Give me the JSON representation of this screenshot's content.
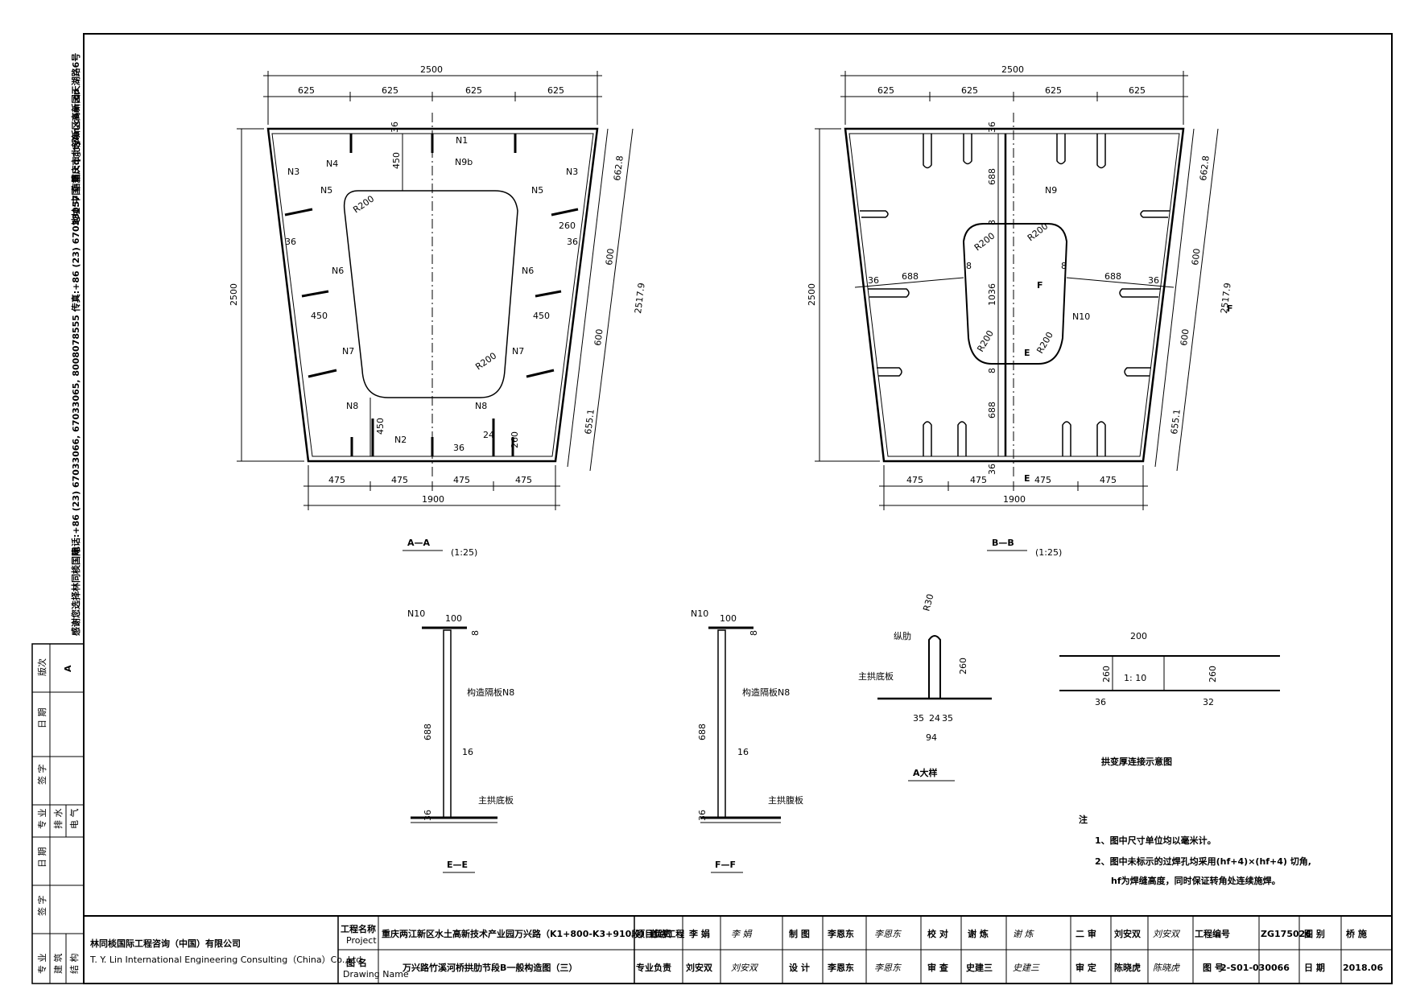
{
  "side_note": {
    "line1": "感谢您选择林同棪国际",
    "line2": "电话:+86 (23) 67033066, 67033065, 8008078555 传真:+86 (23) 67033057 信箱:cq@tylin.com.cn",
    "line3": "地址:中国·重庆市北部新区高新园天湖路6号"
  },
  "revision_block": {
    "banci_label": "版次",
    "banci_value": "A",
    "date_label": "日 期",
    "sign_label": "签 字",
    "zhuanye_label": "专 业",
    "jishui": "排 水",
    "dianqi": "电 气",
    "date2": "日 期",
    "sign2": "签 字",
    "zhuanye2": "专 业",
    "jianzhu": "建 筑",
    "jiegou": "结 构"
  },
  "section_aa": {
    "top_total": "2500",
    "top_parts": [
      "625",
      "625",
      "625",
      "625"
    ],
    "bottom_total": "1900",
    "bottom_parts": [
      "475",
      "475",
      "475",
      "475"
    ],
    "height": "2500",
    "slant_total": "2517.9",
    "slant_parts": [
      "662.8",
      "600",
      "600",
      "655.1"
    ],
    "labels": {
      "n1": "N1",
      "n2": "N2",
      "n3a": "N3",
      "n3b": "N3",
      "n4": "N4",
      "n5a": "N5",
      "n5b": "N5",
      "n6a": "N6",
      "n6b": "N6",
      "n7a": "N7",
      "n7b": "N7",
      "n8a": "N8",
      "n8b": "N8",
      "n9b": "N9b"
    },
    "dims": {
      "d36top": "36",
      "d450top": "450",
      "r200a": "R200",
      "r200b": "R200",
      "d36l": "36",
      "d36r": "36",
      "d260": "260",
      "d450l": "450",
      "d450r": "450",
      "d450b": "450",
      "d36b": "36",
      "d24": "24",
      "d260b": "260"
    },
    "title": "A—A",
    "scale": "(1:25)"
  },
  "section_bb": {
    "top_total": "2500",
    "top_parts": [
      "625",
      "625",
      "625",
      "625"
    ],
    "bottom_total": "1900",
    "bottom_parts": [
      "475",
      "475",
      "475",
      "475"
    ],
    "height": "2500",
    "slant_total": "2517.9",
    "slant_parts": [
      "662.8",
      "600",
      "600",
      "655.1"
    ],
    "labels": {
      "n9": "N9",
      "n10": "N10",
      "f1": "F",
      "f2": "F",
      "e1": "E",
      "e2": "E"
    },
    "dims": {
      "d36top": "36",
      "d688top": "688",
      "d8a": "8",
      "r200a": "R200",
      "r200b": "R200",
      "r200c": "R200",
      "r200d": "R200",
      "d8b": "8",
      "d8c": "8",
      "d1036": "1036",
      "d8d": "8",
      "d688b": "688",
      "d36b": "36",
      "d36l": "36",
      "d688l": "688",
      "d688r": "688",
      "d36r": "36"
    },
    "title": "B—B",
    "scale": "(1:25)"
  },
  "section_ee": {
    "n10": "N10",
    "d100": "100",
    "d8": "8",
    "label1": "构造隔板N8",
    "d688": "688",
    "d16": "16",
    "label2": "主拱底板",
    "d36": "36",
    "title": "E—E"
  },
  "section_ff": {
    "n10": "N10",
    "d100": "100",
    "d8": "8",
    "label1": "构造隔板N8",
    "d688": "688",
    "d16": "16",
    "label2": "主拱腹板",
    "d36": "36",
    "title": "F—F"
  },
  "detail_a": {
    "r30": "R30",
    "rib": "纵肋",
    "base": "主拱底板",
    "d260": "260",
    "d35a": "35",
    "d24": "24",
    "d35b": "35",
    "d94": "94",
    "title": "A大样"
  },
  "thickness_detail": {
    "d200": "200",
    "d260a": "260",
    "ratio": "1: 10",
    "d260b": "260",
    "d36": "36",
    "d32": "32",
    "title": "拱变厚连接示意图"
  },
  "notes": {
    "heading": "注",
    "items": [
      "1、图中尺寸单位均以毫米计。",
      "2、图中未标示的过焊孔均采用(hf+4)×(hf+4) 切角,",
      "hf为焊缝高度，同时保证转角处连续施焊。"
    ]
  },
  "title_block": {
    "company_cn": "林同棪国际工程咨询（中国）有限公司",
    "company_en": "T. Y. Lin International Engineering Consulting（China）Co.,Ltd",
    "project_label": "工程名称",
    "project_label_en": "Project",
    "project_name": "重庆两江新区水土高新技术产业园万兴路（K1+800-K3+910段）道路工程",
    "drawing_label": "图 名",
    "drawing_label_en": "Drawing Name",
    "drawing_name": "万兴路竹溪河桥拱肋节段B一般构造图（三）",
    "proj_lead_label": "项目负责",
    "proj_lead": "李 娟",
    "spec_lead_label": "专业负责",
    "spec_lead": "刘安双",
    "drawn_label": "制 图",
    "drawn": "李恩东",
    "design_label": "设 计",
    "design": "李恩东",
    "check_label": "校 对",
    "check": "谢 炼",
    "review_label": "审 查",
    "review": "史建三",
    "reviewer2_label": "二 审",
    "reviewer2": "刘安双",
    "approve_label": "审 定",
    "approve": "陈晓虎",
    "proj_no_label": "工程编号",
    "proj_no": "ZG175026",
    "sort_label": "图 别",
    "sort": "桥 施",
    "dwg_no_label": "图 号",
    "dwg_no": "2-S01-030066",
    "date_label": "日 期",
    "date": "2018.06"
  }
}
